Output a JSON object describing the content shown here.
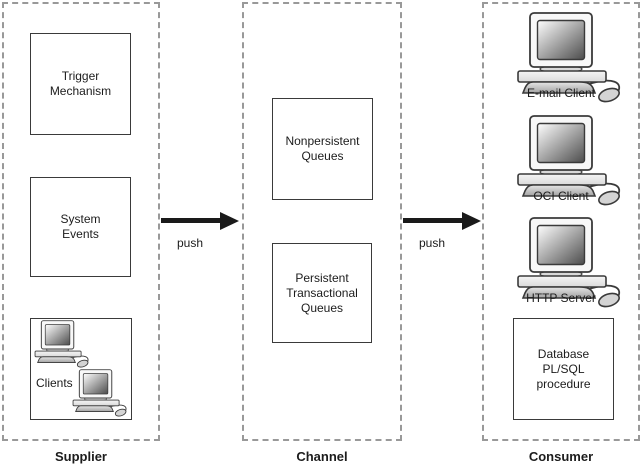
{
  "supplier": {
    "label": "Supplier",
    "trigger_box": "Trigger\nMechanism",
    "system_box": "System\nEvents",
    "clients_label": "Clients"
  },
  "channel": {
    "label": "Channel",
    "nonpersistent_box": "Nonpersistent\nQueues",
    "persistent_box": "Persistent\nTransactional\nQueues"
  },
  "consumer": {
    "label": "Consumer",
    "computers": [
      "E-mail Client",
      "OCI Client",
      "HTTP Server"
    ],
    "database_box": "Database\nPL/SQL\nprocedure"
  },
  "arrows": {
    "supplier_to_channel": "push",
    "channel_to_consumer": "push"
  },
  "colors": {
    "dashed_border": "#999999",
    "box_border": "#3a3a3a",
    "arrow": "#1a1a1a",
    "text": "#1c1c1c"
  }
}
